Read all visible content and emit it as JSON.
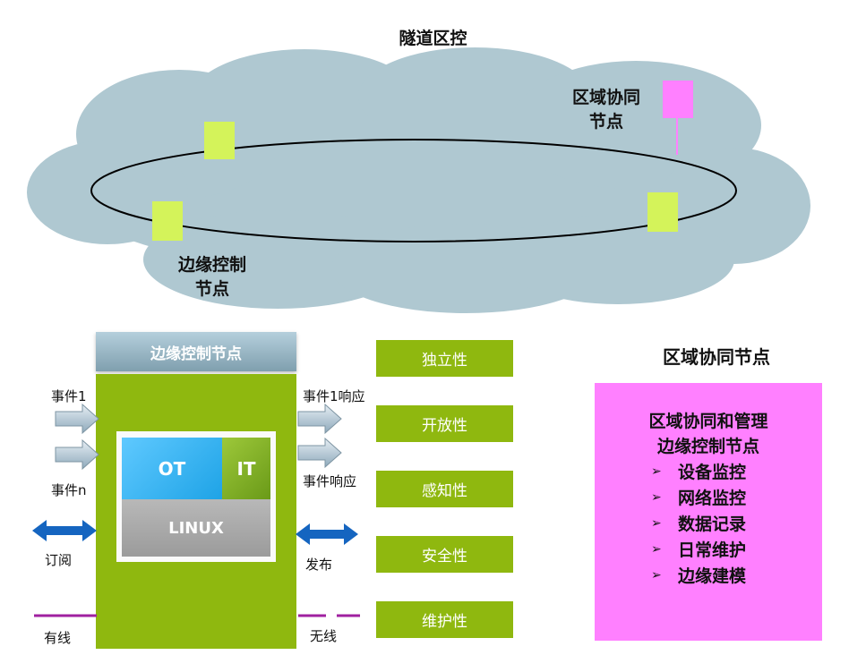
{
  "cloud": {
    "title": "隧道区控",
    "zone_node_label": [
      "区域协同",
      "节点"
    ],
    "edge_node_label": [
      "边缘控制",
      "节点"
    ]
  },
  "edge_node": {
    "header": "边缘控制节点",
    "left_labels": {
      "event1": "事件1",
      "eventn": "事件n",
      "subscribe": "订阅",
      "wired": "有线"
    },
    "right_labels": {
      "response1": "事件1响应",
      "response": "事件响应",
      "publish": "发布",
      "wireless": "无线"
    },
    "chip": {
      "ot": "OT",
      "it": "IT",
      "linux": "LINUX"
    }
  },
  "properties": [
    "独立性",
    "开放性",
    "感知性",
    "安全性",
    "维护性"
  ],
  "zone_node": {
    "title": "区域协同节点",
    "lines": [
      "区域协同和管理",
      "边缘控制节点"
    ],
    "bullet_marker": "➢",
    "bullets": [
      "设备监控",
      "网络监控",
      "数据记录",
      "日常维护",
      "边缘建模"
    ]
  },
  "colors": {
    "cloud": "#afc8d1",
    "green": "#8fb80f",
    "lime_node": "#d4f35a",
    "pink": "#ff80ff",
    "arrow_blue": "#1565c0",
    "wire_purple": "#a020a0"
  }
}
